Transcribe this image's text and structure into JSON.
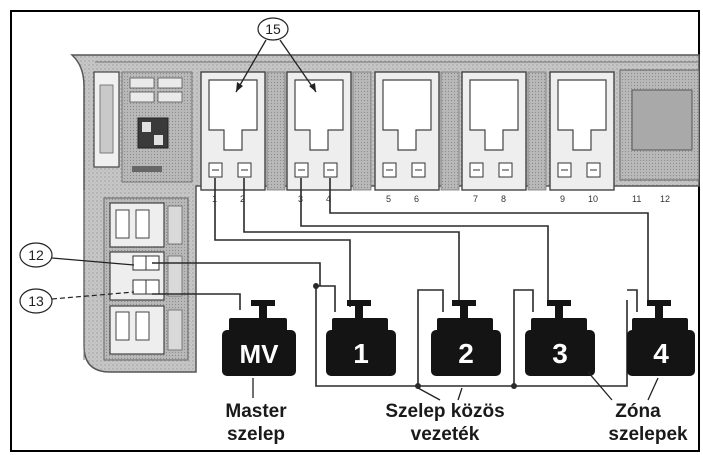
{
  "callouts": {
    "modules": "15",
    "common_terminal": "12",
    "master_terminal": "13"
  },
  "terminals": [
    "1",
    "2",
    "3",
    "4",
    "5",
    "6",
    "7",
    "8",
    "9",
    "10",
    "11",
    "12"
  ],
  "valves": {
    "master": "MV",
    "zone1": "1",
    "zone2": "2",
    "zone3": "3",
    "zone4": "4"
  },
  "captions": {
    "master_line1": "Master",
    "master_line2": "szelep",
    "common_line1": "Szelep közös",
    "common_line2": "vezeték",
    "zone_line1": "Zóna",
    "zone_line2": "szelepek"
  },
  "colors": {
    "board": "#c9c9c9",
    "module": "#eeeeee",
    "valve": "#141414",
    "wire": "#2a2a2a",
    "frame": "#000000"
  }
}
